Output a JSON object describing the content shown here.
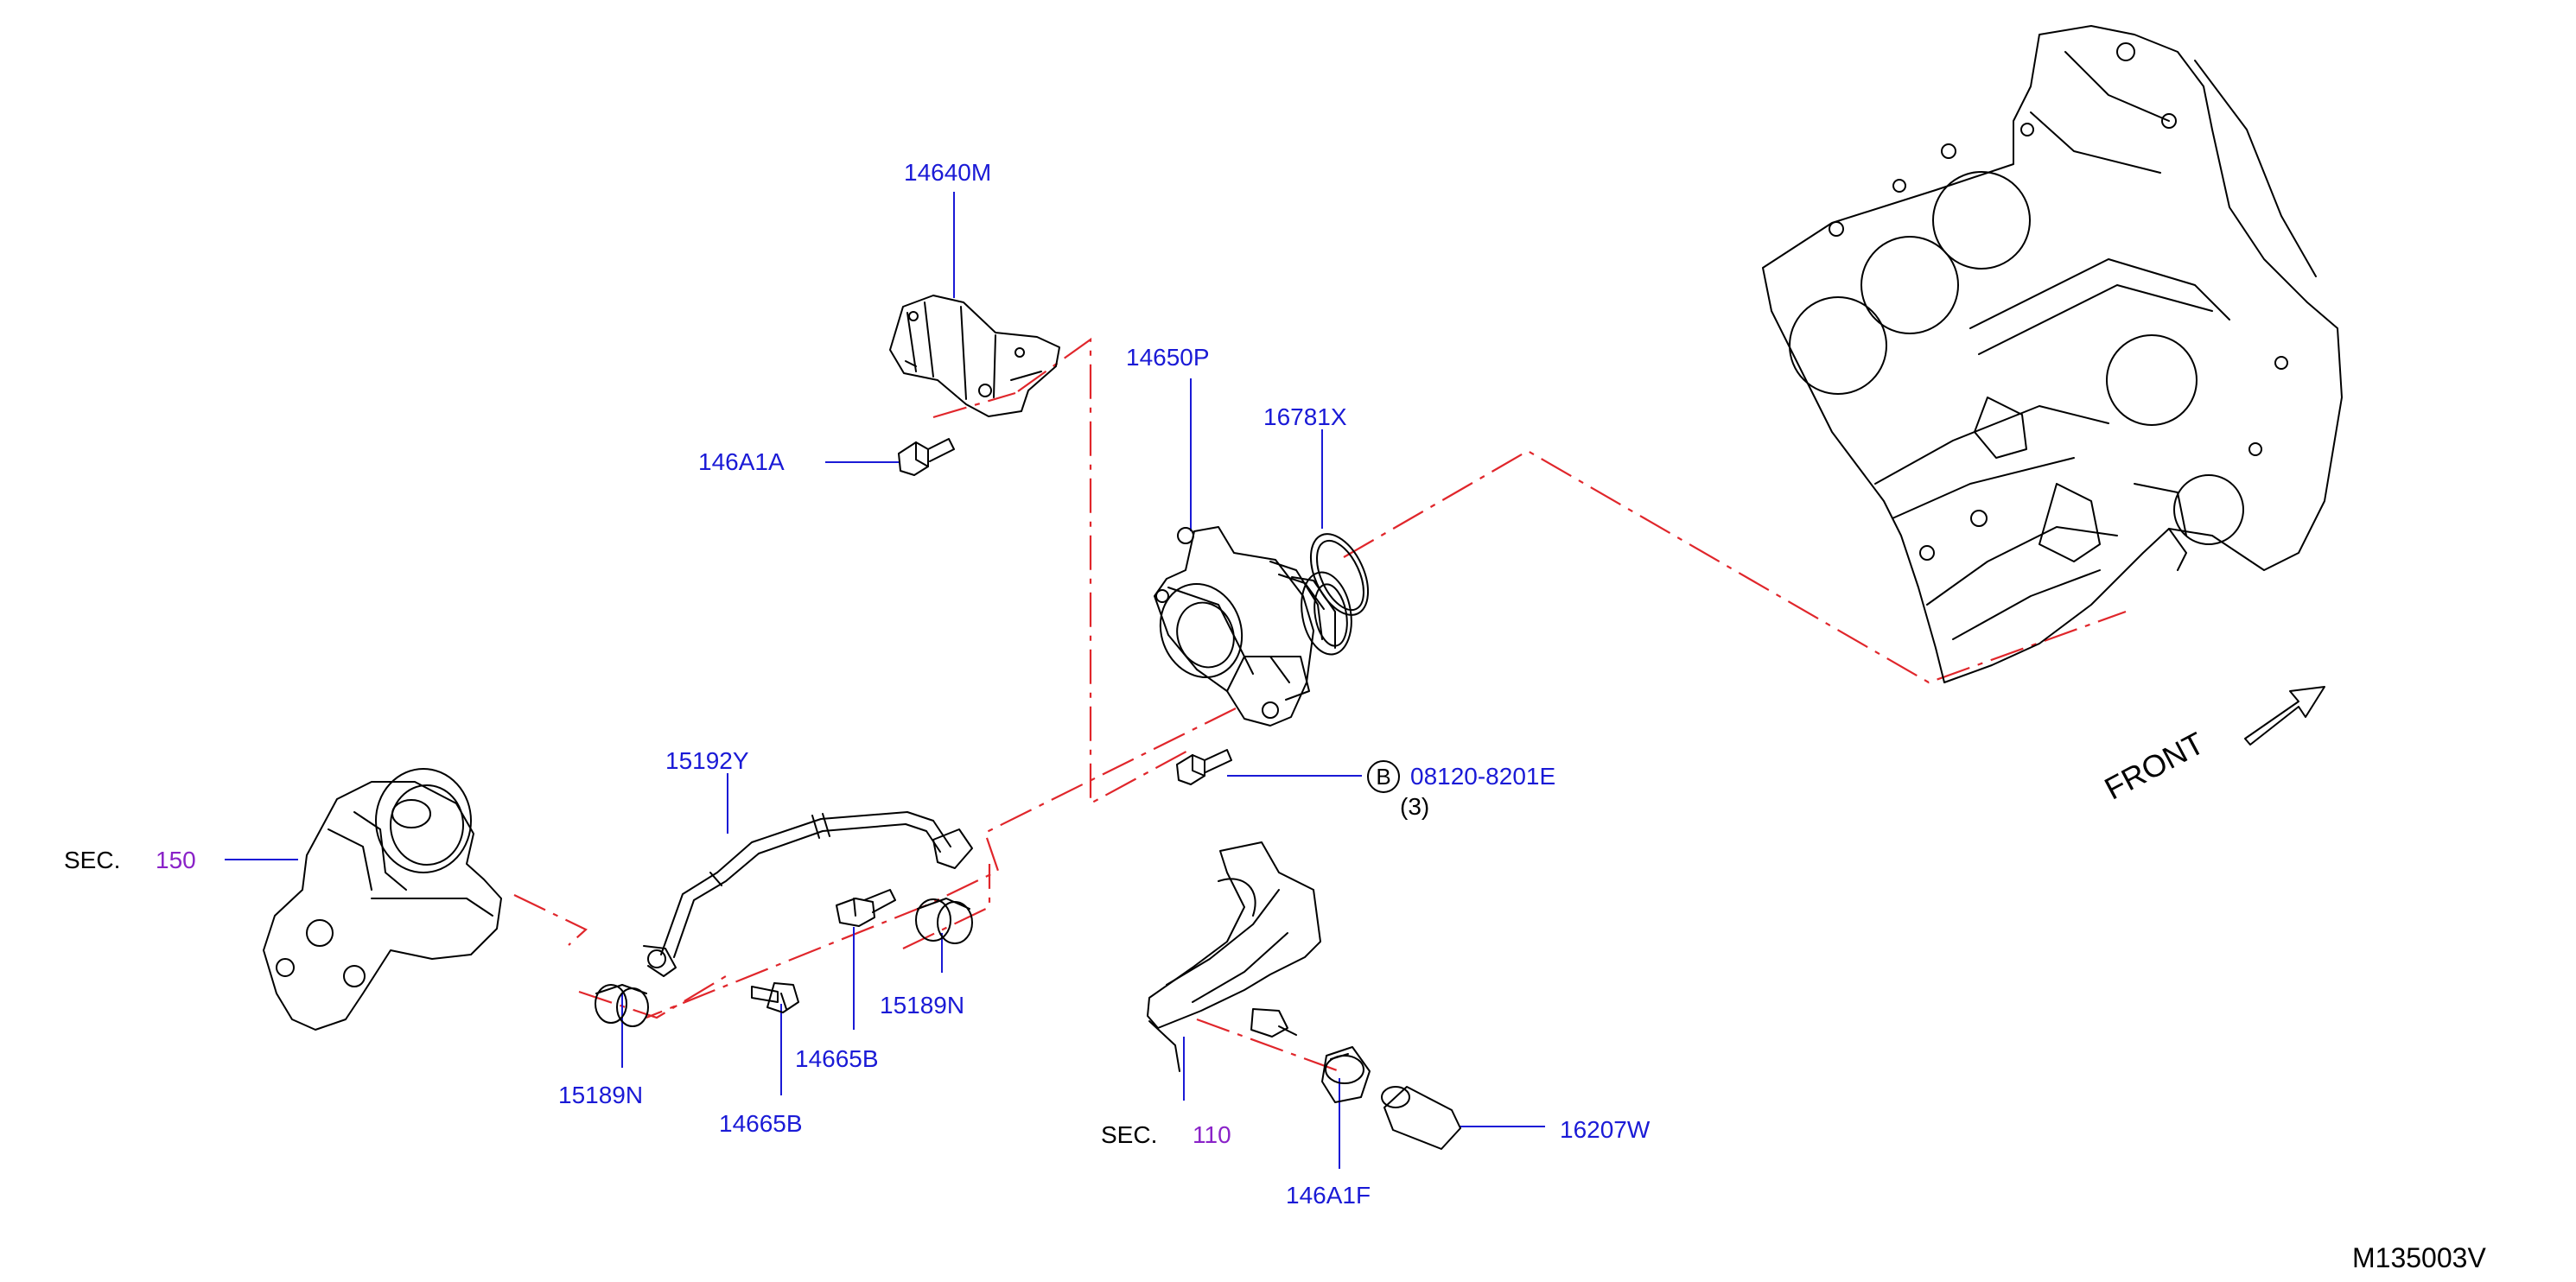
{
  "colors": {
    "part_label": "#1a1ad6",
    "section_link": "#8a22c8",
    "phantom_line": "#e0262b",
    "drawing": "#000000",
    "leader": "#1a1ad6"
  },
  "labels": {
    "p14640M": "14640M",
    "p146A1A": "146A1A",
    "p14650P": "14650P",
    "p16781X": "16781X",
    "p15192Y": "15192Y",
    "p08120": "08120-8201E",
    "p08120_qty": "(3)",
    "p08120_ref": "B",
    "p15189N_a": "15189N",
    "p15189N_b": "15189N",
    "p14665B_a": "14665B",
    "p14665B_b": "14665B",
    "p146A1F": "146A1F",
    "p16207W": "16207W",
    "sec_left_prefix": "SEC.",
    "sec_left_num": "150",
    "sec_bottom_prefix": "SEC.",
    "sec_bottom_num": "110",
    "front": "FRONT",
    "drawing_id": "M135003V"
  }
}
